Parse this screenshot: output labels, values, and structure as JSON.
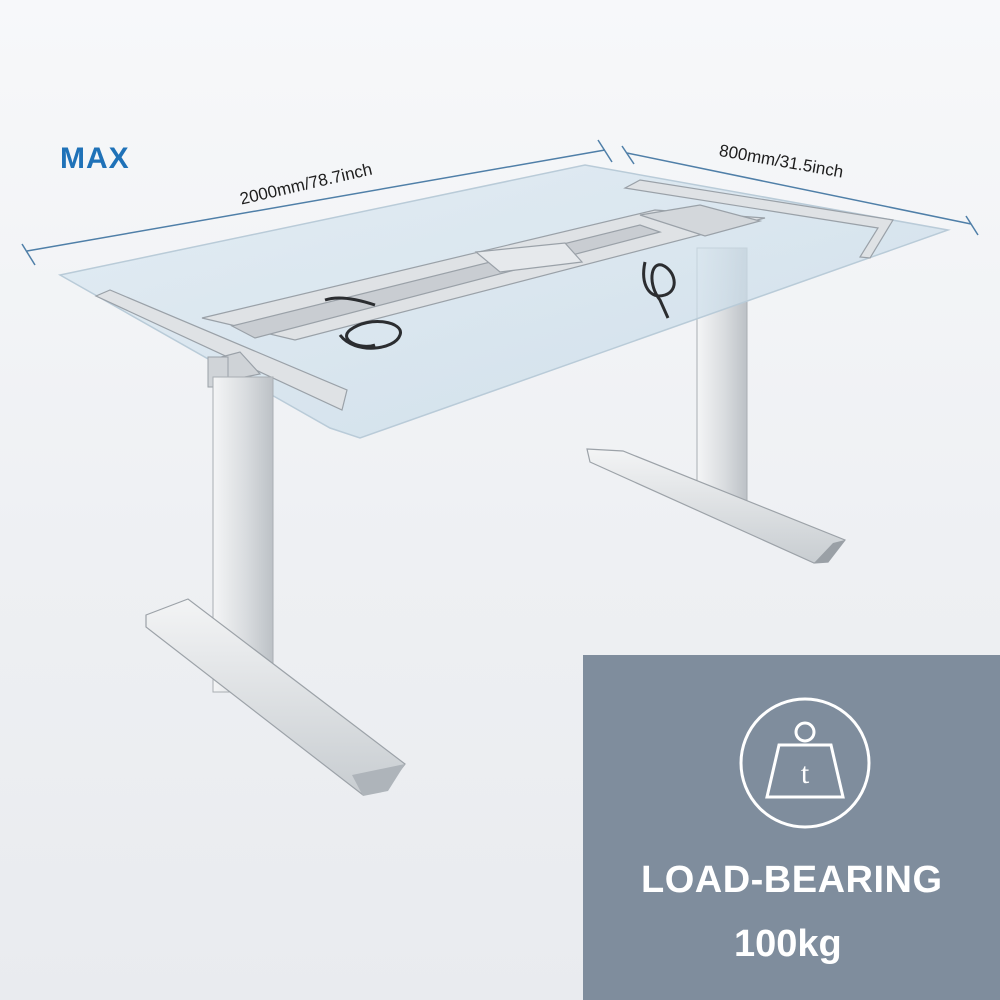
{
  "header": {
    "max_label": "MAX"
  },
  "dimensions": {
    "width": "2000mm/78.7inch",
    "depth": "800mm/31.5inch"
  },
  "load_badge": {
    "icon": "weight-icon",
    "icon_letter": "t",
    "title": "LOAD-BEARING",
    "value": "100kg"
  },
  "colors": {
    "accent": "#1f72b8",
    "panel": "#7f8d9d",
    "frame": "#d8dbde"
  }
}
